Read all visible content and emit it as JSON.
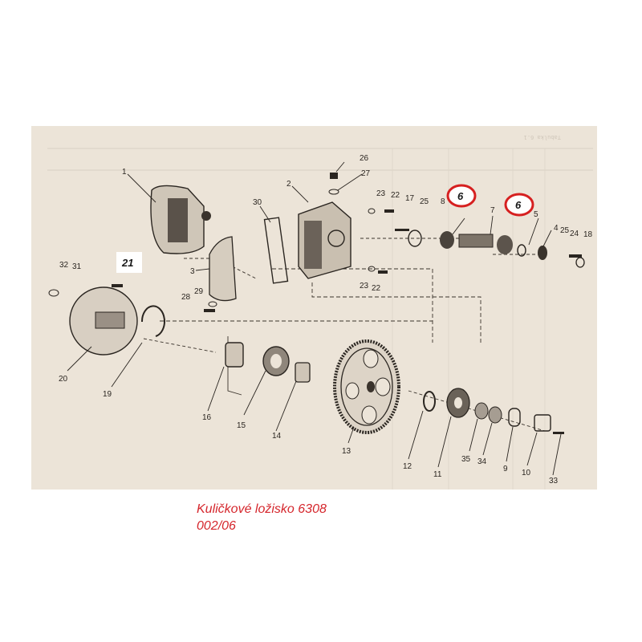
{
  "diagram": {
    "header_text": "Tabulka 6.1",
    "part_labels": [
      "1",
      "2",
      "3",
      "4",
      "5",
      "7",
      "8",
      "9",
      "10",
      "11",
      "12",
      "13",
      "14",
      "15",
      "16",
      "17",
      "18",
      "19",
      "20",
      "22",
      "22",
      "23",
      "23",
      "24",
      "25",
      "25",
      "26",
      "27",
      "28",
      "29",
      "30",
      "31",
      "32",
      "33",
      "34",
      "35"
    ],
    "highlighted_labels": [
      {
        "id": "h1",
        "text": "6",
        "style": "red-circle"
      },
      {
        "id": "h2",
        "text": "6",
        "style": "red-circle"
      },
      {
        "id": "h3",
        "text": "21",
        "style": "white-box"
      }
    ],
    "colors": {
      "highlight_ring": "#d62020",
      "paper": "#ece4d8",
      "ink": "#2a2520",
      "caption": "#d5262c"
    }
  },
  "caption": {
    "line1": "Kuličkové ložisko 6308",
    "line2": "002/06"
  }
}
